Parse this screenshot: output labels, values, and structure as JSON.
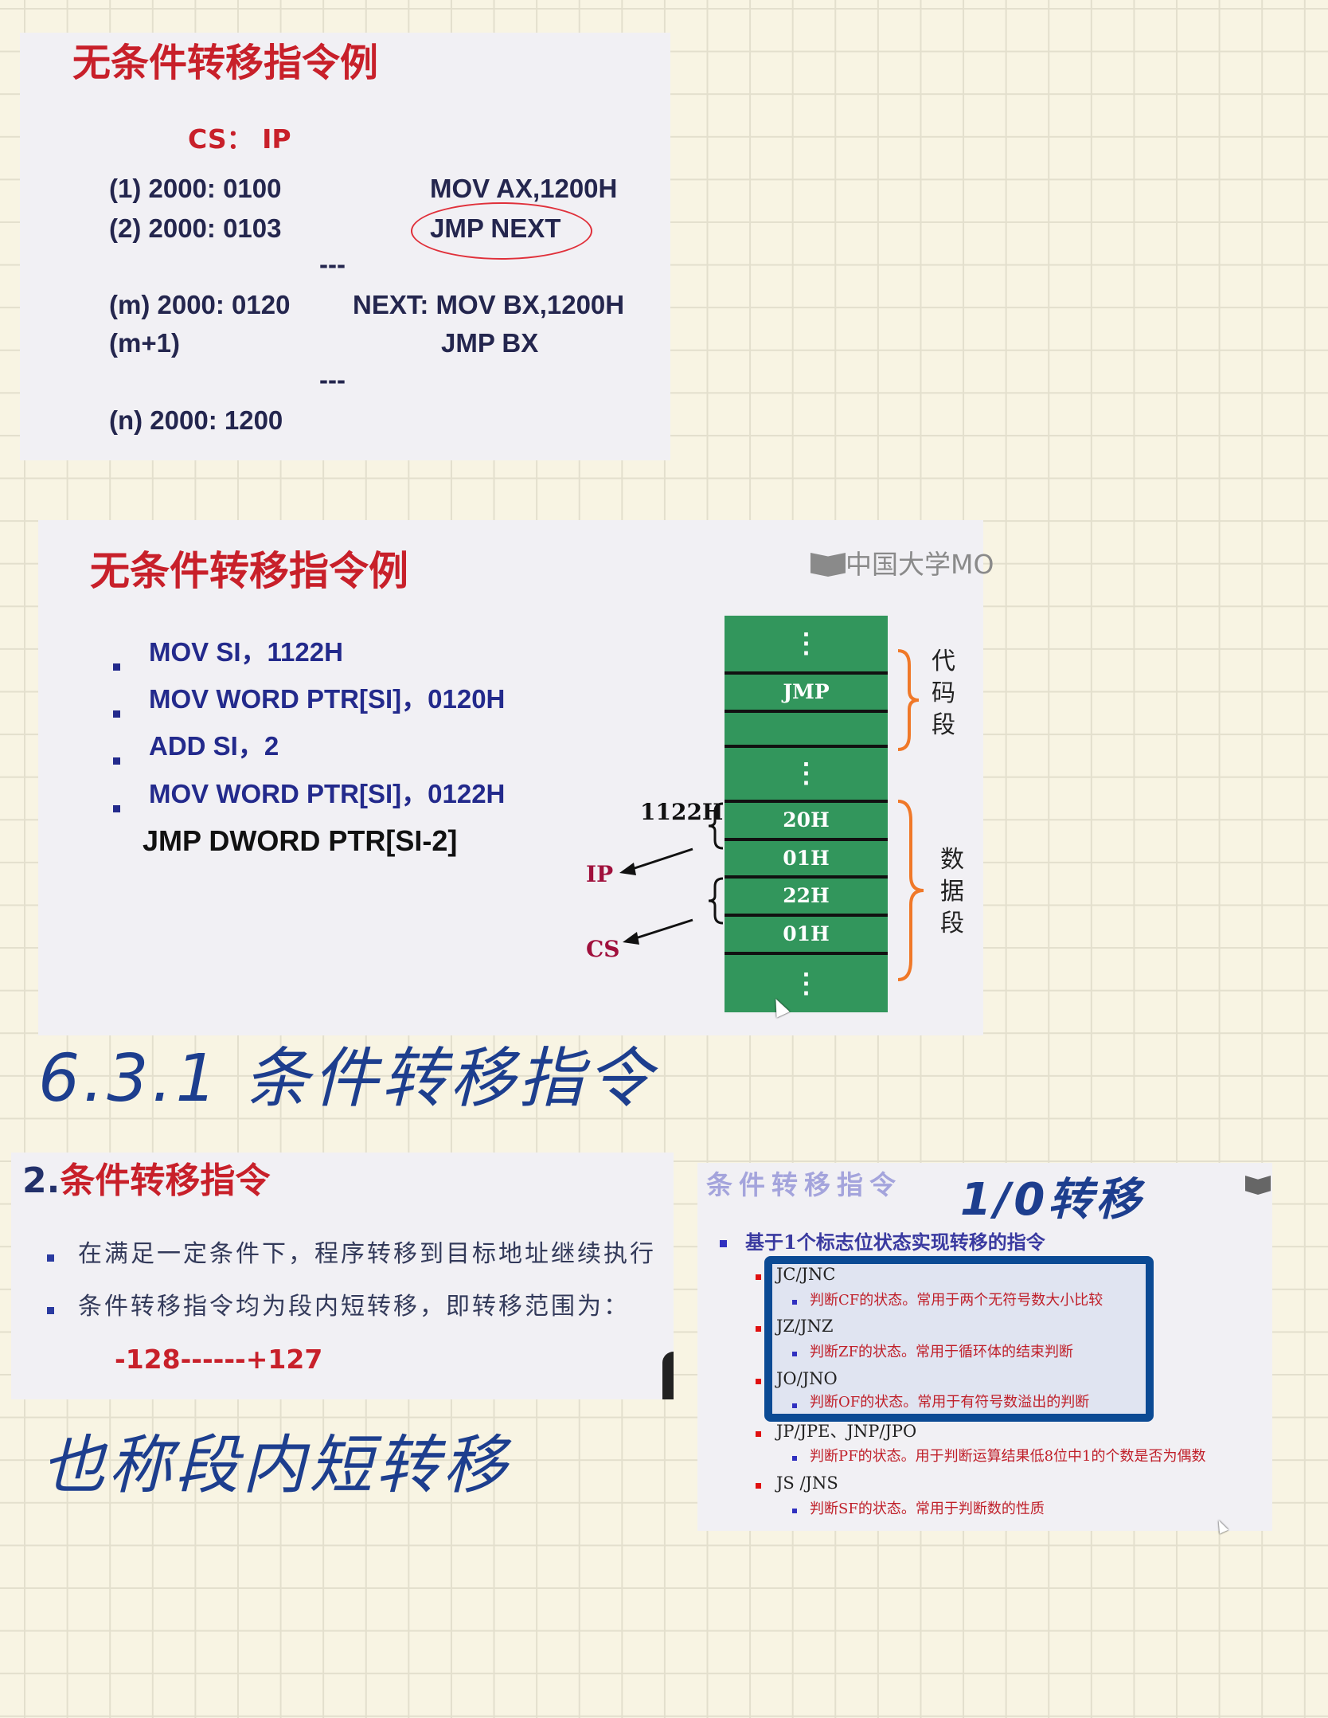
{
  "slide1": {
    "title": "无条件转移指令例",
    "header": "CS：  IP",
    "rows": [
      {
        "label": "(1) 2000: 0100",
        "code": "MOV  AX,1200H"
      },
      {
        "label": "(2) 2000: 0103",
        "code": "JMP NEXT"
      },
      {
        "label": "---",
        "code": ""
      },
      {
        "label": "(m) 2000: 0120",
        "code": "NEXT: MOV BX,1200H"
      },
      {
        "label": "(m+1)",
        "code": "JMP  BX"
      },
      {
        "label": "---",
        "code": ""
      },
      {
        "label": "(n) 2000: 1200",
        "code": ""
      }
    ]
  },
  "slide2": {
    "title": "无条件转移指令例",
    "logo_text": "中国大学MO",
    "bullets": [
      "MOV  SI，1122H",
      "MOV  WORD PTR[SI]，0120H",
      "ADD  SI，2",
      "MOV  WORD PTR[SI]，0122H"
    ],
    "last_line": "JMP DWORD PTR[SI-2]",
    "memory_cells": [
      "⋮",
      "JMP",
      "",
      "⋮",
      "20H",
      "01H",
      "22H",
      "01H",
      "⋮"
    ],
    "address_label": "1122H",
    "ip_label": "IP",
    "cs_label": "CS",
    "code_segment_label": [
      "代",
      "码",
      "段"
    ],
    "data_segment_label": [
      "数",
      "据",
      "段"
    ],
    "colors": {
      "cell": "#32965c",
      "brace": "#f07828",
      "register": "#a0103c"
    }
  },
  "note1": "6.3.1  条件转移指令",
  "slide3": {
    "title_num": "2.",
    "title": "条件转移指令",
    "bullets": [
      "在满足一定条件下，程序转移到目标地址继续执行",
      "条件转移指令均为段内短转移，即转移范围为："
    ],
    "range": "-128------+127"
  },
  "note2": "也称段内短转移",
  "slide4": {
    "title": "条件转移指令",
    "annotation": "1/0转移",
    "bullet": "基于1个标志位状态实现转移的指令",
    "items": [
      {
        "label": "JC/JNC",
        "desc": "判断CF的状态。常用于两个无符号数大小比较"
      },
      {
        "label": "JZ/JNZ",
        "desc": "判断ZF的状态。常用于循环体的结束判断"
      },
      {
        "label": "JO/JNO",
        "desc": "判断OF的状态。常用于有符号数溢出的判断"
      },
      {
        "label": "JP/JPE、JNP/JPO",
        "desc": "判断PF的状态。用于判断运算结果低8位中1的个数是否为偶数"
      },
      {
        "label": "JS /JNS",
        "desc": "判断SF的状态。常用于判断数的性质"
      }
    ],
    "highlight_color": "#0b4a94"
  }
}
